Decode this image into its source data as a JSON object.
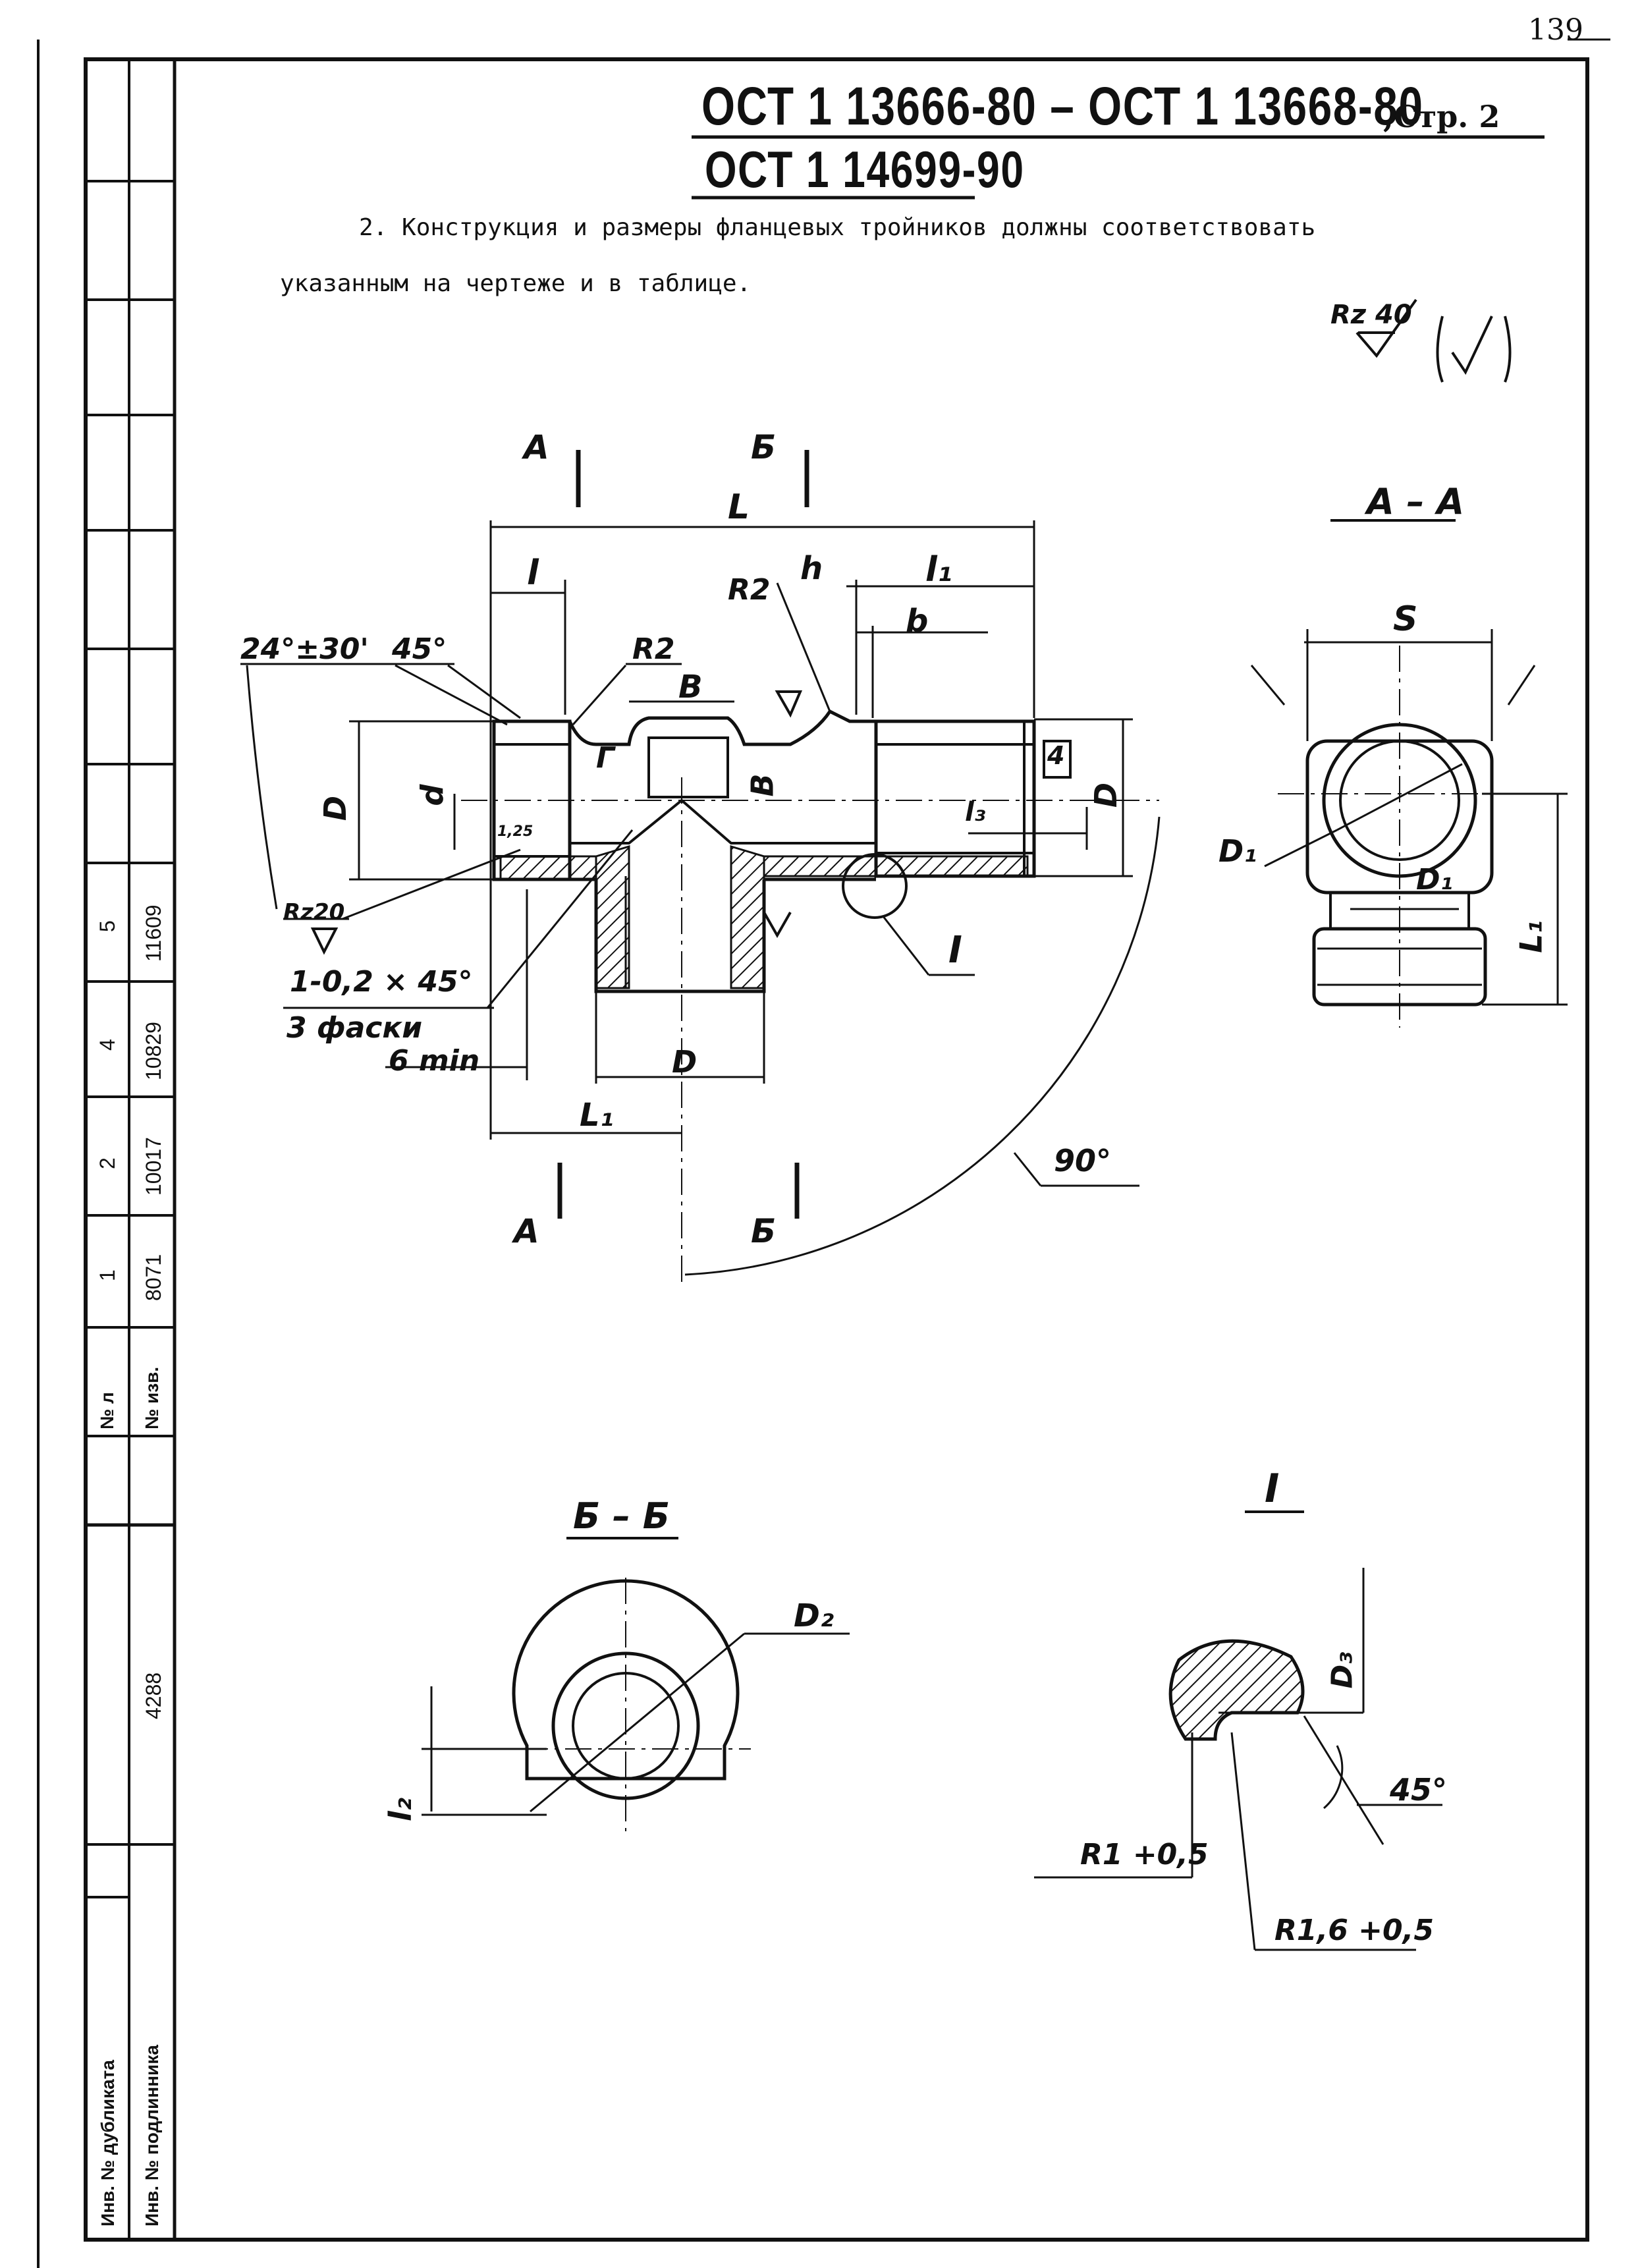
{
  "page_number": "139",
  "header": {
    "line1": "ОСТ 1 13666-80 – ОСТ 1 13668-80",
    "page_ref": ",Стр. 2",
    "line2": "ОСТ 1 14699-90"
  },
  "body": {
    "paragraph_line1": "2. Конструкция и размеры фланцевых тройников должны соответствовать",
    "paragraph_line2": "указанным на чертеже и в таблице."
  },
  "roughness": {
    "main": "Rz 40",
    "rest": "(√)"
  },
  "drawing_main": {
    "section_a": "А",
    "section_b": "Б",
    "dim_L": "L",
    "dim_l": "l",
    "dim_h": "h",
    "dim_l1": "l₁",
    "dim_R2_top": "R2",
    "dim_b": "b",
    "angle_24": "24°±30'",
    "angle_45": "45°",
    "dim_R2": "R2",
    "dim_B_top": "В",
    "dim_D_left": "D",
    "dim_d": "d",
    "label_G": "Г",
    "dim_B_vert": "В",
    "dim_l3": "l₃",
    "box_value": "4",
    "dim_D_right": "D",
    "small_rough": "1,25",
    "rz20": "Rz20",
    "chamfer": "1-0,2 × 45°",
    "chamfer_count": "3 фаски",
    "min_len": "6 min",
    "dim_D_bottom": "D",
    "dim_L1": "L₁",
    "detail_I": "I",
    "angle_90": "90°"
  },
  "view_aa": {
    "title": "А – А",
    "dim_S": "S",
    "dim_D1": "D₁",
    "dim_D1_inner": "D₁",
    "dim_L1": "L₁"
  },
  "view_bb": {
    "title": "Б – Б",
    "dim_D2": "D₂",
    "dim_l2": "l₂"
  },
  "detail_view": {
    "title": "I",
    "dim_D3": "D₃",
    "angle": "45°",
    "r1": "R1 +0,5",
    "r16": "R1,6 +0,5"
  },
  "sidebar": {
    "col_headers": [
      "№ л",
      "№ изв."
    ],
    "change_nums": [
      "5",
      "4",
      "2",
      "1"
    ],
    "change_docs": [
      "11609",
      "10829",
      "10017",
      "8071"
    ],
    "inv_number": "4288",
    "label_dup": "Инв. № дубликата",
    "label_orig": "Инв. № подлинника"
  }
}
